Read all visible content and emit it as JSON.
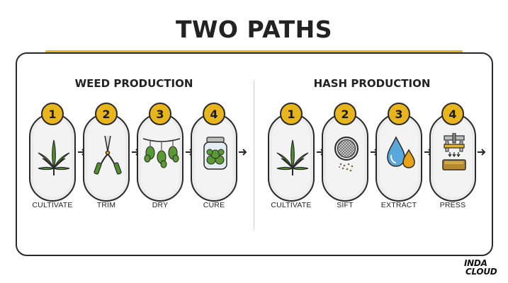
{
  "title": "TWO PATHS",
  "panels": [
    {
      "title": "WEED PRODUCTION",
      "steps": [
        {
          "number": "1",
          "label": "CULTIVATE",
          "icon": "cannabis-leaf-icon"
        },
        {
          "number": "2",
          "label": "TRIM",
          "icon": "pruning-shears-icon"
        },
        {
          "number": "3",
          "label": "DRY",
          "icon": "hanging-buds-icon"
        },
        {
          "number": "4",
          "label": "CURE",
          "icon": "jar-icon"
        }
      ]
    },
    {
      "title": "HASH PRODUCTION",
      "steps": [
        {
          "number": "1",
          "label": "CULTIVATE",
          "icon": "cannabis-leaf-icon"
        },
        {
          "number": "2",
          "label": "SIFT",
          "icon": "sieve-icon"
        },
        {
          "number": "3",
          "label": "EXTRACT",
          "icon": "droplets-icon"
        },
        {
          "number": "4",
          "label": "PRESS",
          "icon": "rosin-press-icon"
        }
      ]
    }
  ],
  "logo": {
    "line1": "INDA",
    "line2": "CLOUD"
  },
  "colors": {
    "accent": "#e8b51c",
    "outline": "#2a2a2a",
    "pill": "#ececec",
    "leaf": "#4f8f2e"
  }
}
